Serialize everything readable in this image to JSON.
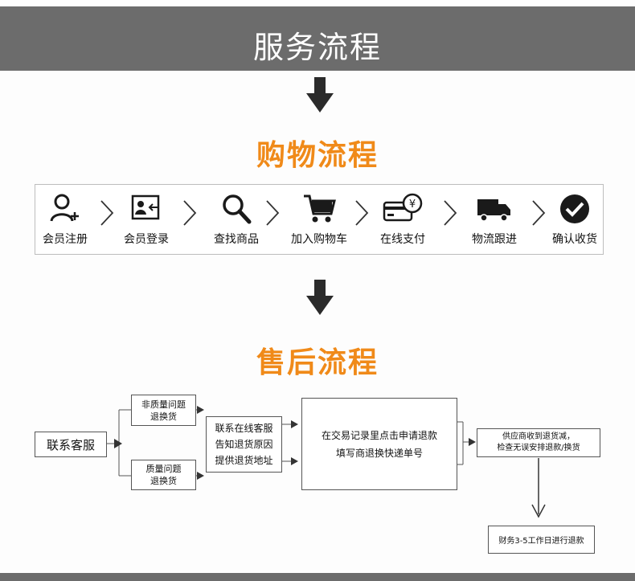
{
  "header": {
    "title": "服务流程"
  },
  "shopping": {
    "title": "购物流程",
    "steps": [
      {
        "label": "会员注册",
        "icon": "user-add-icon"
      },
      {
        "label": "会员登录",
        "icon": "login-card-icon"
      },
      {
        "label": "查找商品",
        "icon": "search-icon"
      },
      {
        "label": "加入购物车",
        "icon": "cart-icon"
      },
      {
        "label": "在线支付",
        "icon": "yen-card-icon"
      },
      {
        "label": "物流跟进",
        "icon": "truck-icon"
      },
      {
        "label": "确认收货",
        "icon": "check-circle-icon"
      }
    ]
  },
  "aftersale": {
    "title": "售后流程",
    "contact": "联系客服",
    "non_quality_1": "非质量问题",
    "non_quality_2": "退换货",
    "quality_1": "质量问题",
    "quality_2": "退换货",
    "notify_1": "联系在线客服",
    "notify_2": "告知退货原因",
    "notify_3": "提供退货地址",
    "apply_1": "在交易记录里点击申请退款",
    "apply_2": "填写商退换快递单号",
    "supplier_1": "供应商收到退货减，",
    "supplier_2": "检查无误安排退款/换货",
    "finance": "财务3-5工作日进行退款"
  }
}
